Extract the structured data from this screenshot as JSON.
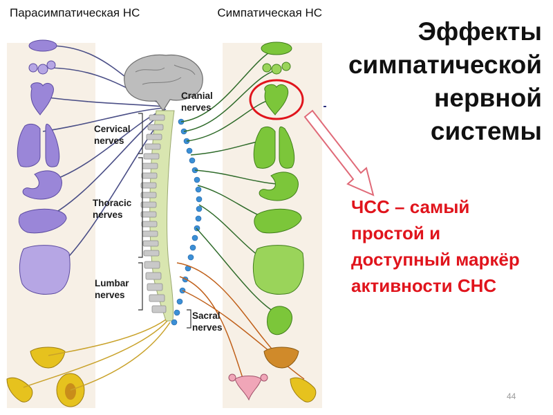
{
  "header": {
    "left_label": "Парасимпатическая НС",
    "right_label": "Симпатическая НС"
  },
  "title": "Эффекты симпатической нервной системы",
  "callout": "ЧСС – самый простой и доступный маркёр активности СНС",
  "nerve_labels": {
    "cranial": "Cranial nerves",
    "cervical": "Cervical nerves",
    "thoracic": "Thoracic nerves",
    "lumbar": "Lumbar nerves",
    "sacral": "Sacral nerves"
  },
  "page_number": "44",
  "colors": {
    "parasympathetic_organs": "#9a86d8",
    "sympathetic_organs": "#7cc63a",
    "pelvic_organs": "#e6c21e",
    "highlight": "#e0141c",
    "arrow": "#e06a78",
    "spinal_cord": "#d9e6b0",
    "chain_ganglia": "#3b8fd6",
    "sacral_outflow": "#e08a2a"
  }
}
